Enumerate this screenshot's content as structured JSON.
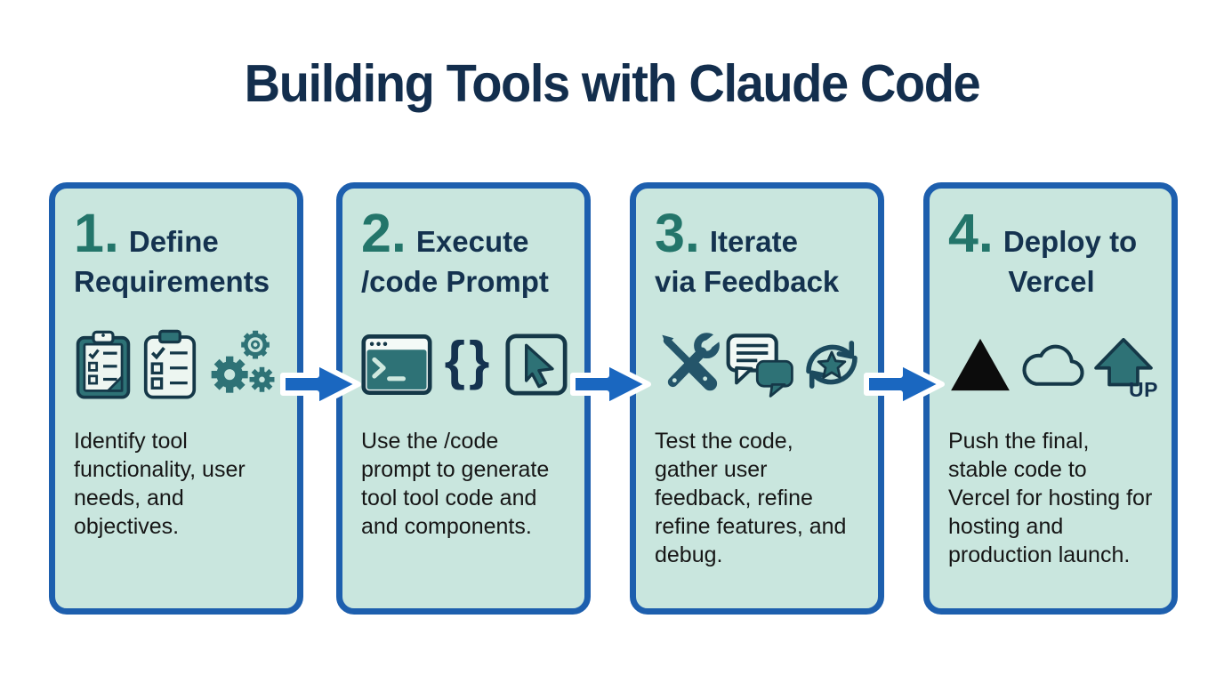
{
  "title": "Building Tools with Claude Code",
  "colors": {
    "card_bg": "#c9e6de",
    "card_border": "#1d5fae",
    "accent_teal": "#23756a",
    "heading_navy": "#14324f",
    "icon_teal": "#2e7276",
    "icon_navy": "#153848",
    "arrow_blue": "#1a67c0",
    "vercel_black": "#0c0c0c"
  },
  "steps": [
    {
      "number": "1.",
      "title_line1": "Define",
      "title_line2": "Requirements",
      "description": "Identify tool functionality, user needs, and objectives.",
      "icons": [
        "clipboard-filled-icon",
        "clipboard-checklist-icon",
        "gears-icon"
      ]
    },
    {
      "number": "2.",
      "title_line1": "Execute",
      "title_line2": "/code Prompt",
      "description": "Use the /code prompt to generate tool tool code and and components.",
      "icons": [
        "terminal-icon",
        "code-braces-icon",
        "cursor-click-icon"
      ],
      "braces_label": "{}"
    },
    {
      "number": "3.",
      "title_line1": "Iterate",
      "title_line2": "via Feedback",
      "description": "Test the code, gather user feedback, refine refine features, and debug.",
      "icons": [
        "tools-icon",
        "chat-feedback-icon",
        "refresh-star-icon"
      ]
    },
    {
      "number": "4.",
      "title_line1": "Deploy to",
      "title_line2": "Vercel",
      "description": "Push the final, stable code to Vercel for hosting for hosting and production launch.",
      "icons": [
        "vercel-triangle-icon",
        "cloud-icon",
        "upload-arrow-icon"
      ],
      "up_label": "UP"
    }
  ]
}
